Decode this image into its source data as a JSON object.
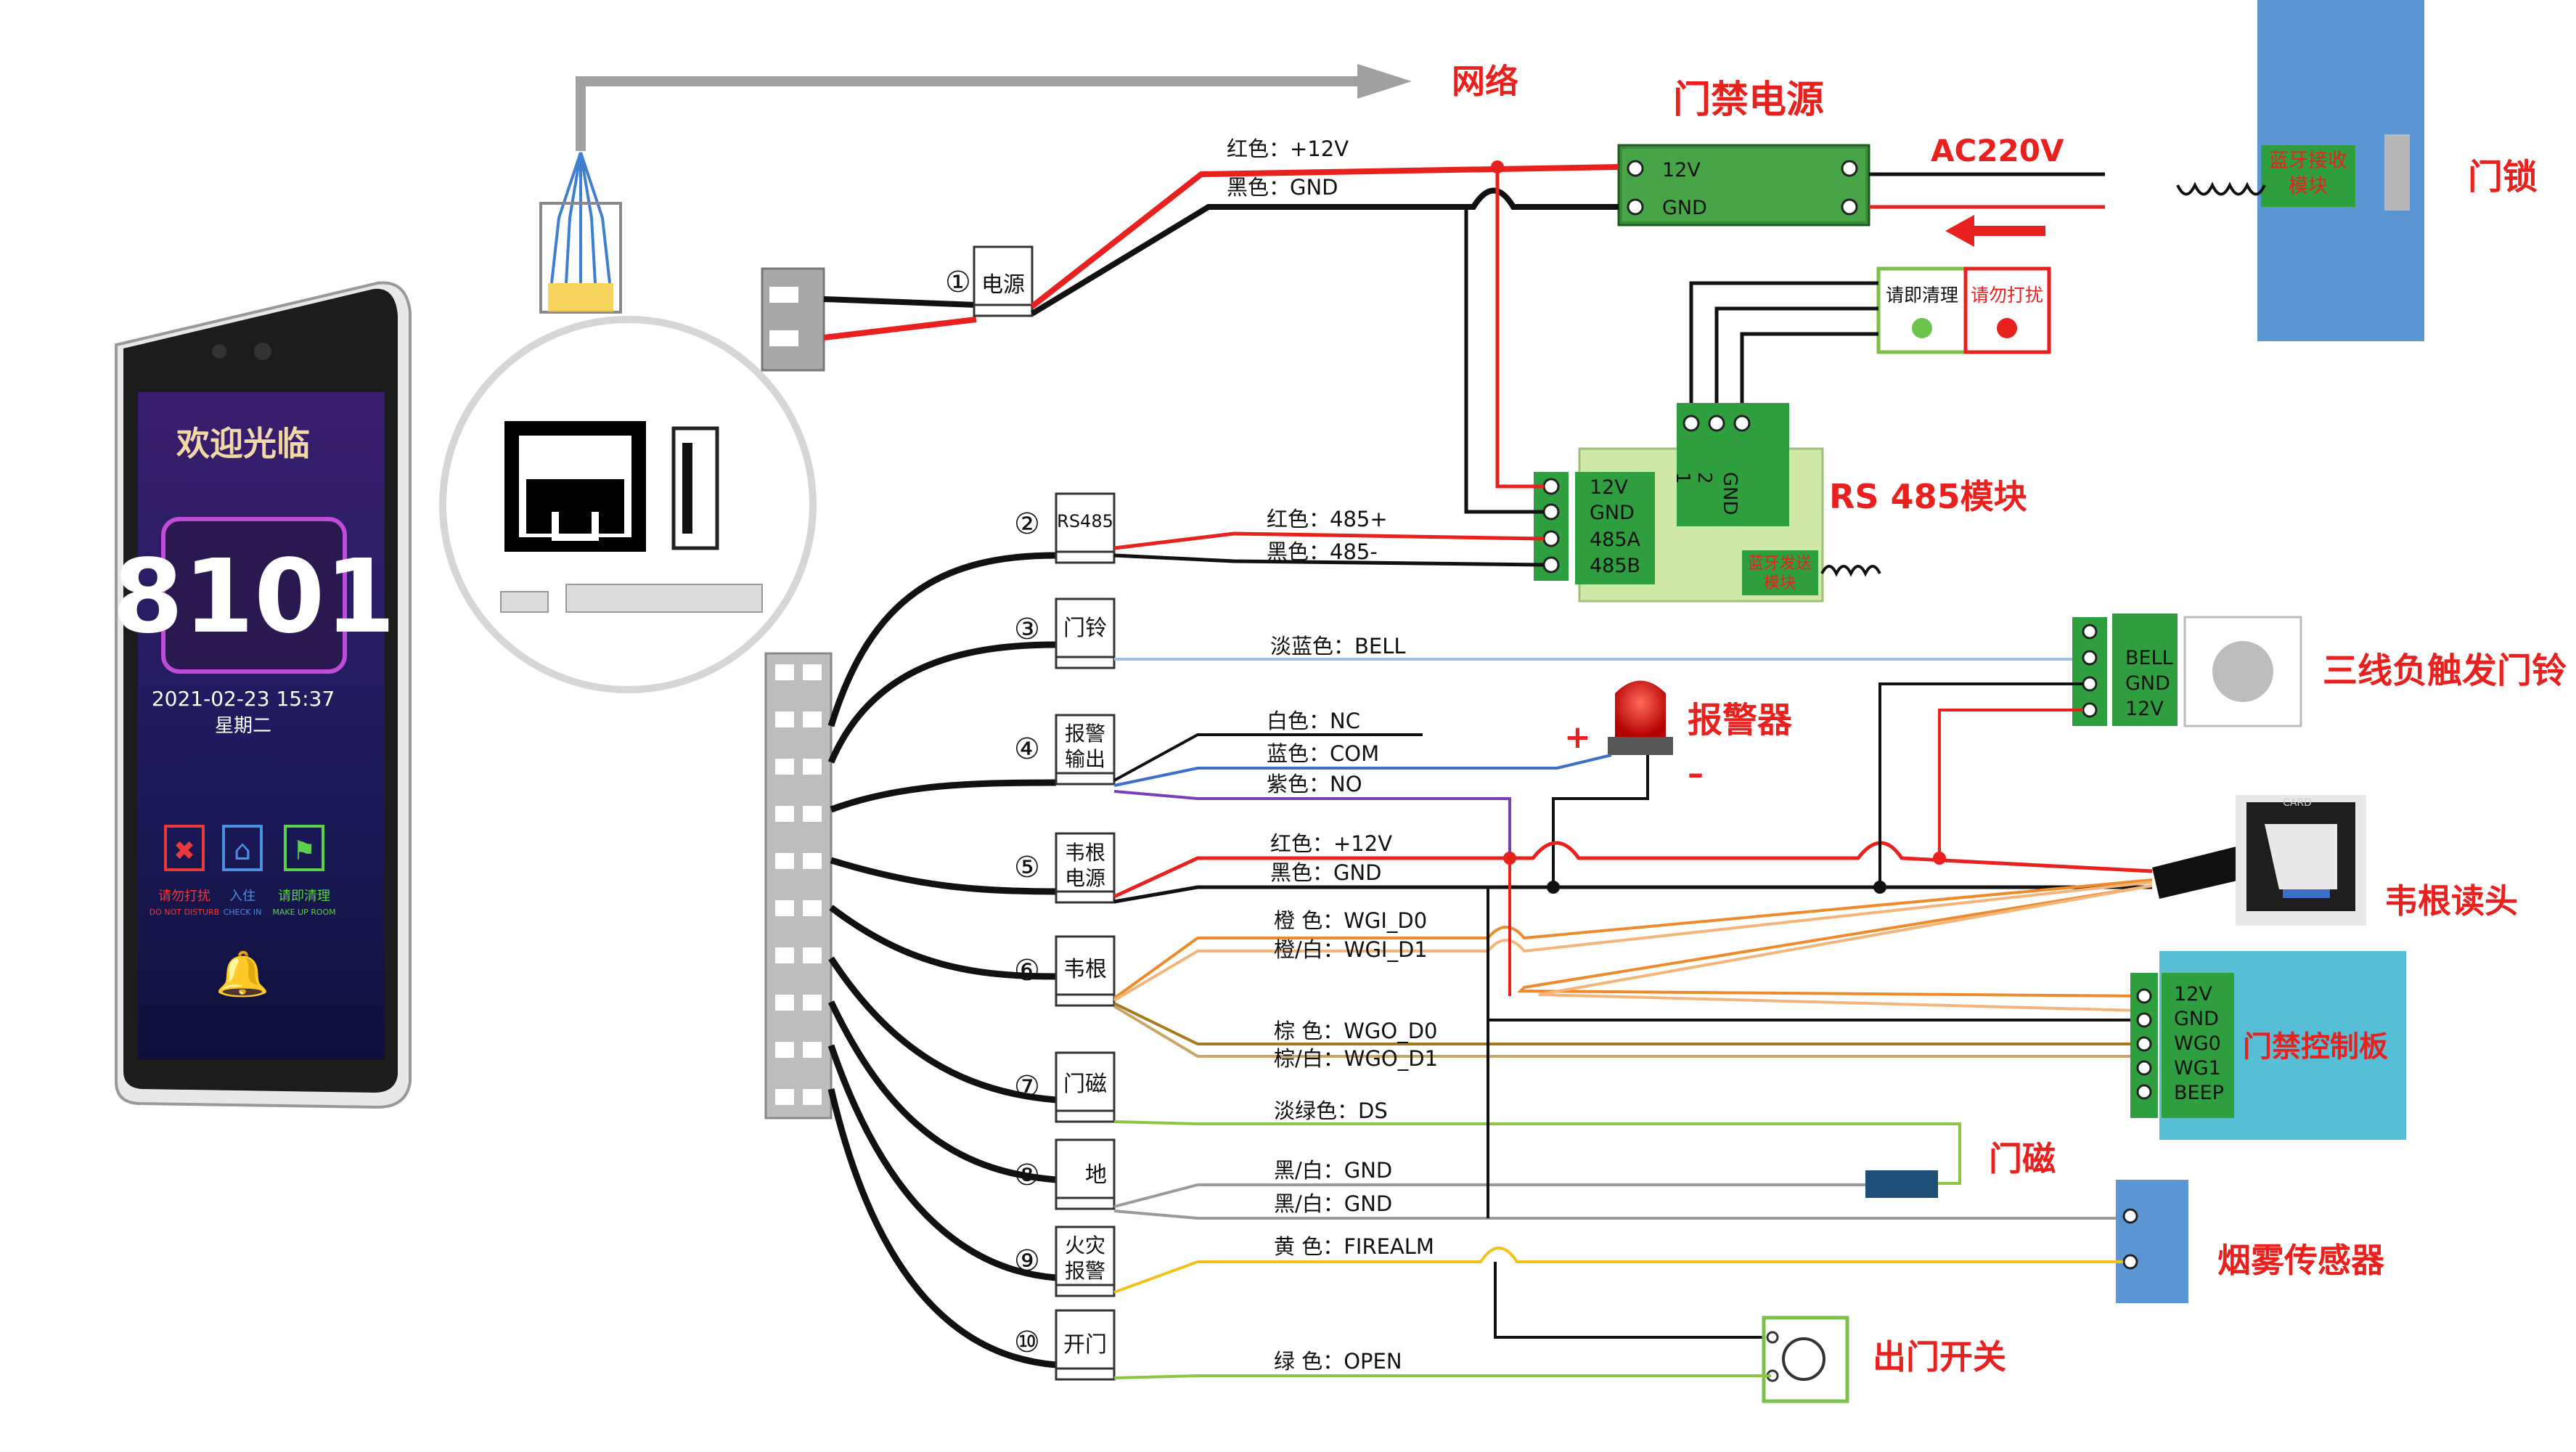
{
  "colors": {
    "red": "#e8201e",
    "black": "#111111",
    "gray": "#9a9a9a",
    "green_board": "#2e9e3f",
    "light_green": "#cfe8a8",
    "blue_panel": "#5b95d3",
    "teal_panel": "#56bfd6",
    "orange": "#ef8a2c",
    "light_orange": "#f4b57a",
    "brown": "#a47a1b",
    "purple": "#7b3fb5",
    "light_blue_wire": "#9cc0e6",
    "blue_wire": "#3e6fc8",
    "yellow": "#f2c21b",
    "lime": "#8cc63f"
  },
  "network": {
    "label": "网络"
  },
  "power": {
    "title": "门禁电源",
    "t1": "12V",
    "t2": "GND",
    "ac": "AC220V"
  },
  "lock": {
    "title": "门锁",
    "bt_receive": "蓝牙接收模块"
  },
  "dnd": {
    "clean": "请即清理",
    "disturb": "请勿打扰"
  },
  "rs485": {
    "title": "RS 485模块",
    "t1": "12V",
    "t2": "GND",
    "t3": "485A",
    "t4": "485B",
    "right": "GND\n2\n1",
    "bt_send": "蓝牙发送模块"
  },
  "bell": {
    "title": "三线负触发门铃",
    "t1": "BELL",
    "t2": "GND",
    "t3": "12V"
  },
  "alarm": {
    "title": "报警器",
    "plus": "+",
    "minus": "–"
  },
  "wiegand_reader": {
    "title": "韦根读头",
    "card": "CARD"
  },
  "controller": {
    "title": "门禁控制板",
    "t1": "12V",
    "t2": "GND",
    "t3": "WG0",
    "t4": "WG1",
    "t5": "BEEP"
  },
  "door_sensor": {
    "title": "门磁"
  },
  "smoke": {
    "title": "烟雾传感器"
  },
  "exit_switch": {
    "title": "出门开关"
  },
  "device": {
    "welcome": "欢迎光临",
    "room": "8101",
    "datetime": "2021-02-23 15:37",
    "weekday": "星期二",
    "btn1_label": "请勿打扰",
    "btn1_sub": "DO NOT DISTURB",
    "btn2_label": "入住",
    "btn2_sub": "CHECK IN",
    "btn3_label": "请即清理",
    "btn3_sub": "MAKE UP ROOM"
  },
  "ports": [
    {
      "num": "①",
      "name": "电源"
    },
    {
      "num": "②",
      "name": "RS485"
    },
    {
      "num": "③",
      "name": "门铃"
    },
    {
      "num": "④",
      "name": "报警\n输出"
    },
    {
      "num": "⑤",
      "name": "韦根\n电源"
    },
    {
      "num": "⑥",
      "name": "韦根"
    },
    {
      "num": "⑦",
      "name": "门磁"
    },
    {
      "num": "⑧",
      "name": "地"
    },
    {
      "num": "⑨",
      "name": "火灾\n报警"
    },
    {
      "num": "⑩",
      "name": "开门"
    }
  ],
  "wires": {
    "p1_red": "红色：+12V",
    "p1_black": "黑色：GND",
    "p2_red": "红色：485+",
    "p2_black": "黑色：485-",
    "p3": "淡蓝色：BELL",
    "p4_white": "白色：NC",
    "p4_blue": "蓝色：COM",
    "p4_purple": "紫色：NO",
    "p5_red": "红色：+12V",
    "p5_black": "黑色：GND",
    "p6_o": "橙  色：WGI_D0",
    "p6_ow": "橙/白：WGI_D1",
    "p6_b": "棕  色：WGO_D0",
    "p6_bw": "棕/白：WGO_D1",
    "p7": "淡绿色：DS",
    "p8_a": "黑/白：GND",
    "p8_b": "黑/白：GND",
    "p9": "黄  色：FIREALM",
    "p10": "绿  色：OPEN"
  }
}
